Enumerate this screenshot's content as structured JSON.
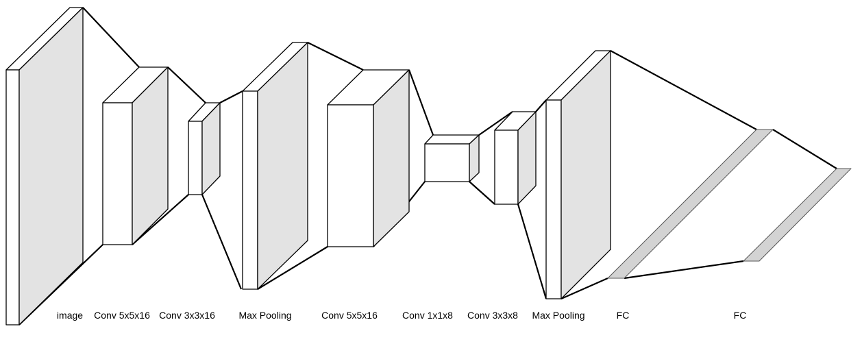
{
  "diagram": {
    "title": "",
    "labels": [
      "image",
      "Conv 5x5x16",
      "Conv 3x3x16",
      "Max Pooling",
      "Conv 5x5x16",
      "Conv 1x1x8",
      "Conv 3x3x8",
      "Max Pooling",
      "FC",
      "FC"
    ]
  },
  "colors": {
    "front_face": "#ffffff",
    "side_face": "#e3e3e3",
    "fc_face": "#d3d3d3",
    "stroke": "#000000",
    "background": "#ffffff"
  }
}
